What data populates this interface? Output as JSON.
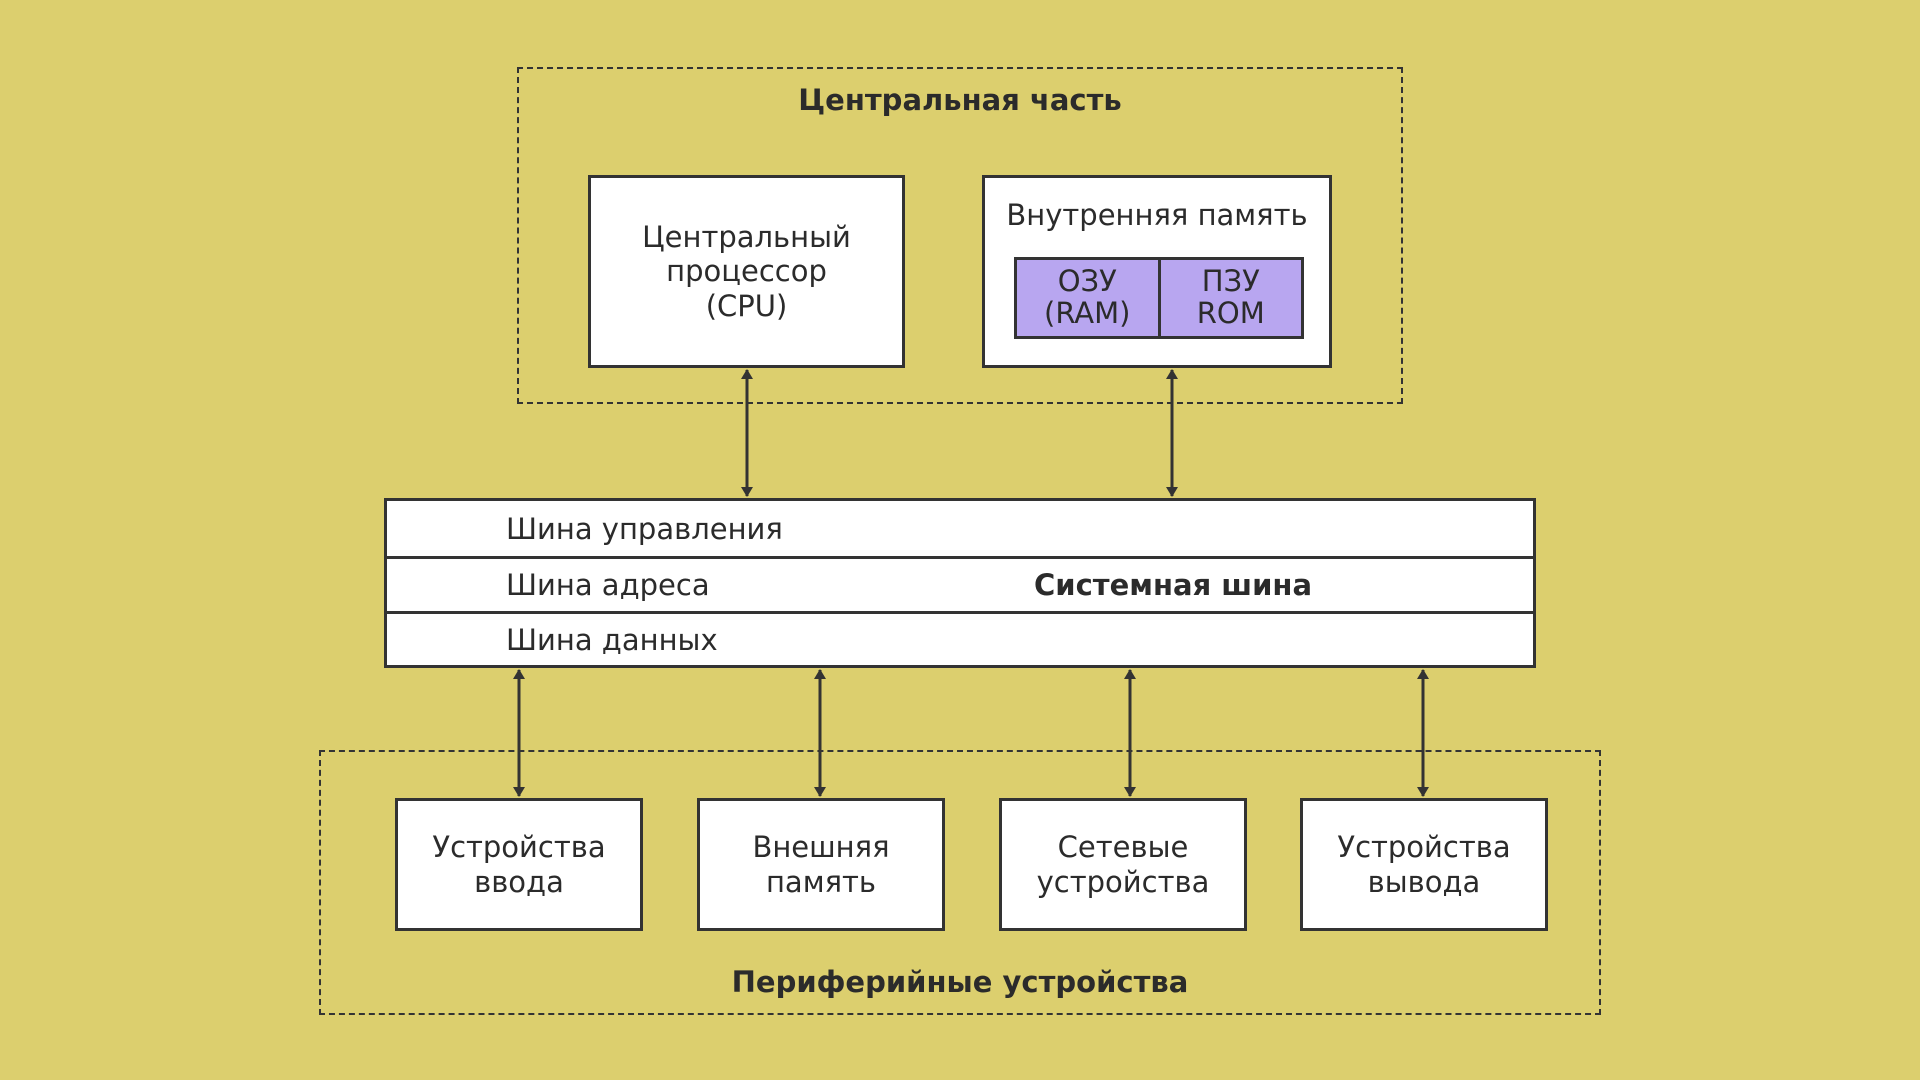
{
  "central": {
    "title": "Центральная часть",
    "cpu": "Центральный\nпроцессор\n(CPU)",
    "memory": {
      "title": "Внутренняя память",
      "ram": "ОЗУ\n(RAM)",
      "rom": "ПЗУ\nROM"
    }
  },
  "bus": {
    "control": "Шина управления",
    "address": "Шина адреса",
    "data": "Шина данных",
    "system": "Системная шина"
  },
  "peripheral": {
    "title": "Периферийные устройства",
    "devices": [
      "Устройства\nввода",
      "Внешняя\nпамять",
      "Сетевые\nустройства",
      "Устройства\nвывода"
    ]
  },
  "colors": {
    "background": "#dccf6e",
    "memory_cells": "#b8a6f0",
    "stroke": "#333333"
  }
}
